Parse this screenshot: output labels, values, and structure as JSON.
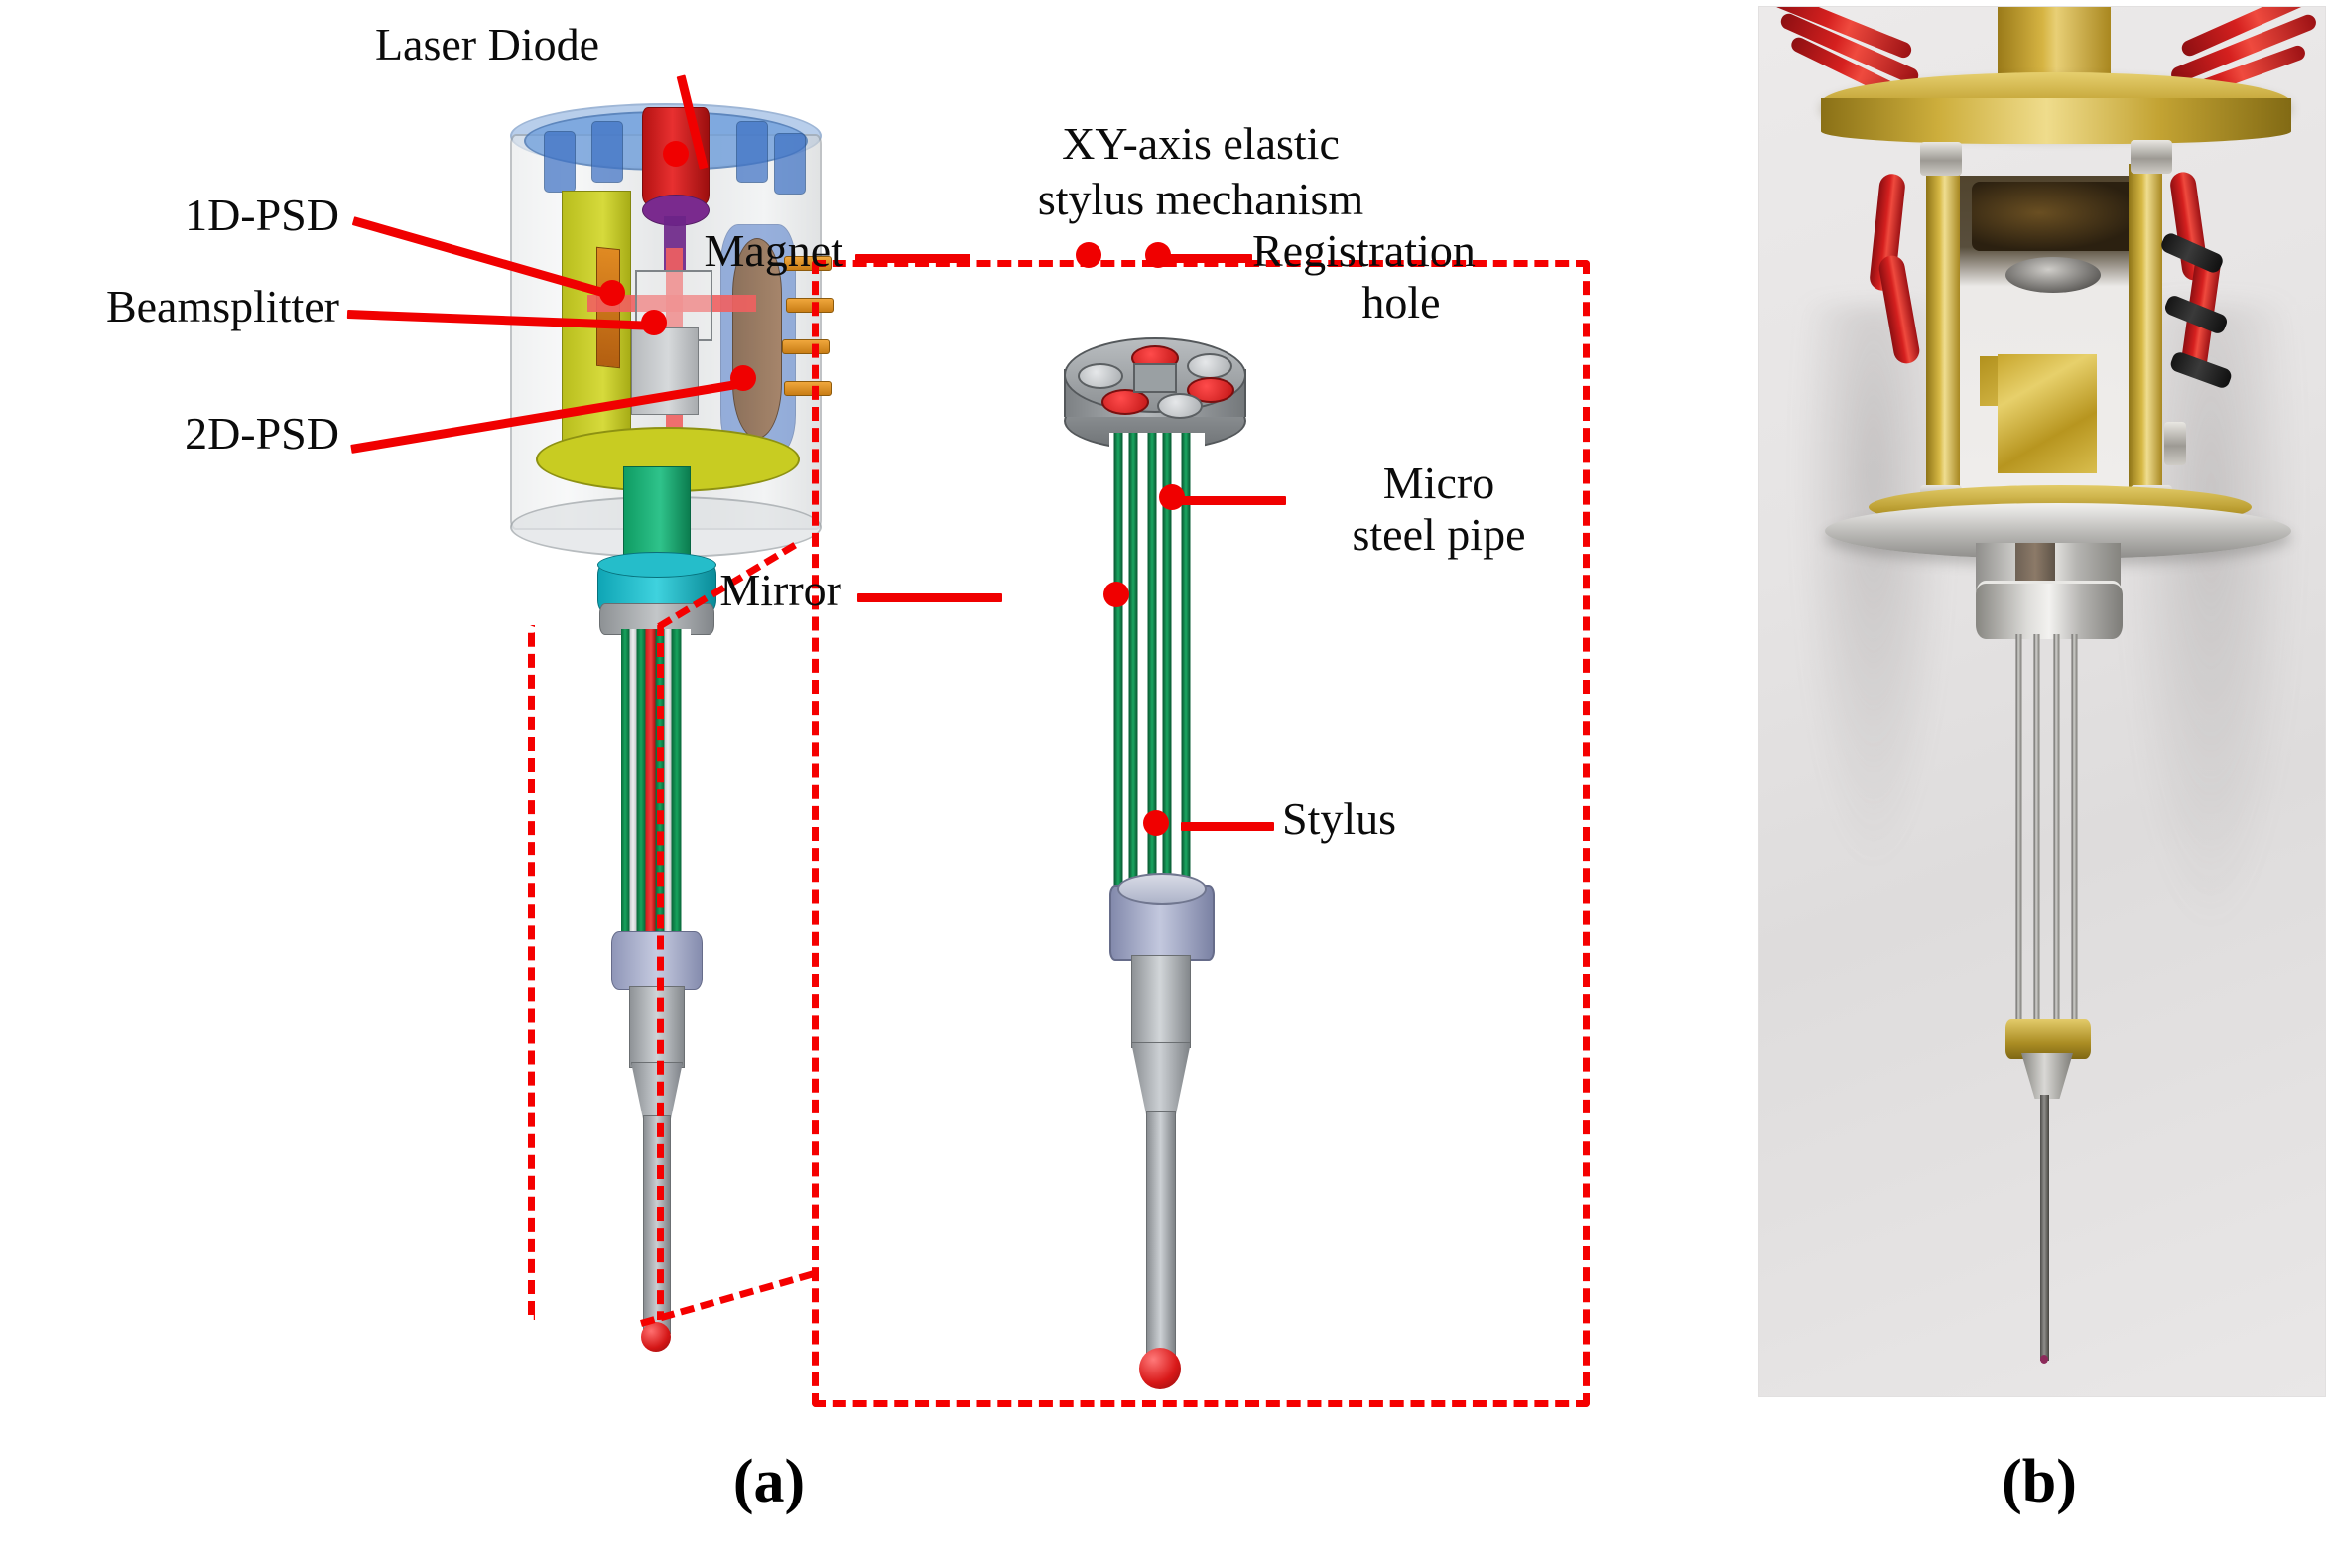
{
  "figure": {
    "type": "two-panel scientific figure",
    "subject": "Fiber-optic / laser-based micro touch-trigger probe"
  },
  "panel_a": {
    "caption": "(a)",
    "labels": {
      "laser_diode": "Laser Diode",
      "psd_1d": "1D-PSD",
      "beamsplitter": "Beamsplitter",
      "psd_2d": "2D-PSD"
    }
  },
  "detail": {
    "title_line1": "XY-axis elastic",
    "title_line2": "stylus mechanism",
    "labels": {
      "magnet": "Magnet",
      "registration_hole_line1": "Registration",
      "registration_hole_line2": "hole",
      "micro_steel_pipe_line1": "Micro",
      "micro_steel_pipe_line2": "steel pipe",
      "mirror": "Mirror",
      "stylus": "Stylus"
    }
  },
  "panel_b": {
    "caption": "(b)",
    "description": "Photograph of the assembled probe prototype"
  },
  "colors": {
    "callout_red": "#f50000",
    "leader_red": "#f00000",
    "text_black": "#0b0b0b",
    "laser_red": "#d41616",
    "steel_pipe_green": "#17a35d",
    "brass_gold": "#c0a031",
    "psd_yellow": "#c8cc22",
    "pcb_blue": "#4d79c9"
  }
}
